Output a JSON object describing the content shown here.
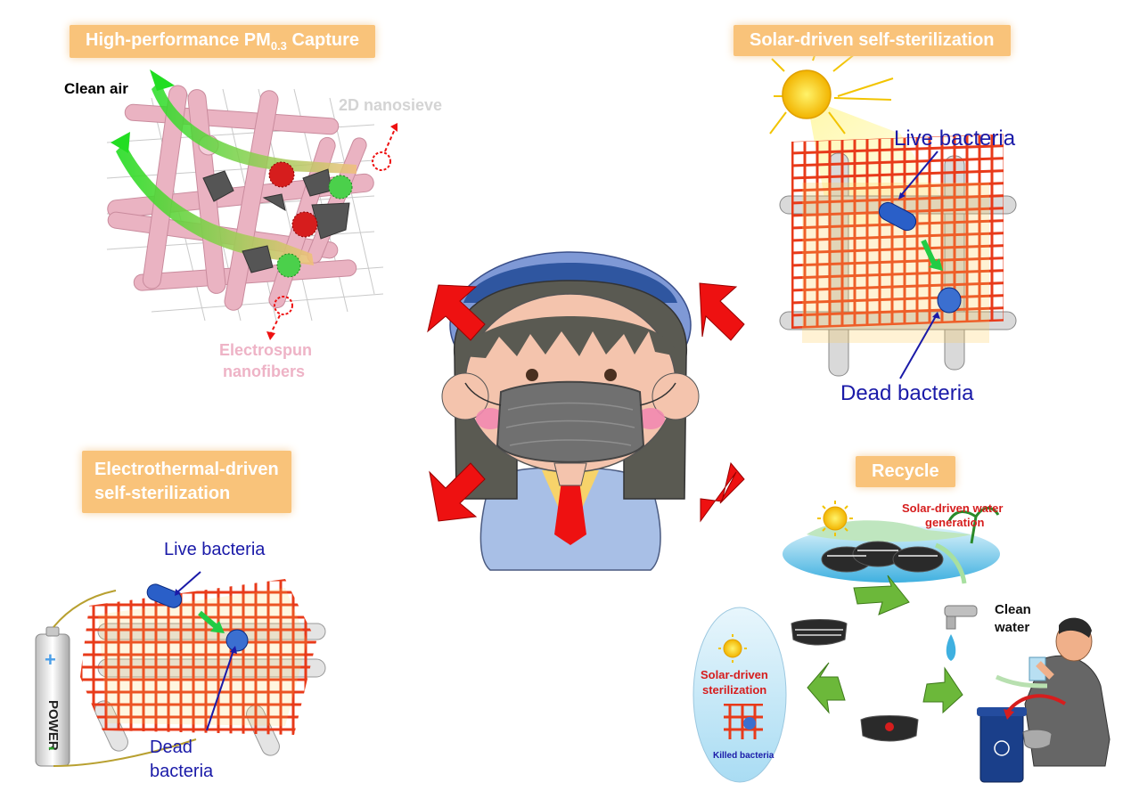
{
  "panels": {
    "pm_capture": {
      "title": "High-performance PM",
      "title_sub": "0.3",
      "title_tail": " Capture",
      "clean_air": "Clean air",
      "nanosieve": "2D nanosieve",
      "nanofibers_1": "Electrospun",
      "nanofibers_2": "nanofibers"
    },
    "solar_sterilization": {
      "title": "Solar-driven self-sterilization",
      "live": "Live bacteria",
      "dead": "Dead bacteria"
    },
    "electrothermal": {
      "title_1": "Electrothermal-driven",
      "title_2": "self-sterilization",
      "live": "Live bacteria",
      "dead_1": "Dead",
      "dead_2": "bacteria",
      "power": "POWER",
      "plus": "+",
      "minus": "-"
    },
    "recycle": {
      "title": "Recycle",
      "water_gen_1": "Solar-driven water",
      "water_gen_2": "generation",
      "clean_water_1": "Clean",
      "clean_water_2": "water",
      "sterilization_1": "Solar-driven",
      "sterilization_2": "sterilization",
      "killed": "Killed bacteria"
    }
  },
  "colors": {
    "title_bg": "#f9c37a",
    "arrow_red": "#ee1111",
    "label_blue": "#1a1aa8",
    "fiber_pink": "#e8a8b8",
    "mesh_red": "#e83a1a",
    "recycle_green": "#6cb83a"
  }
}
